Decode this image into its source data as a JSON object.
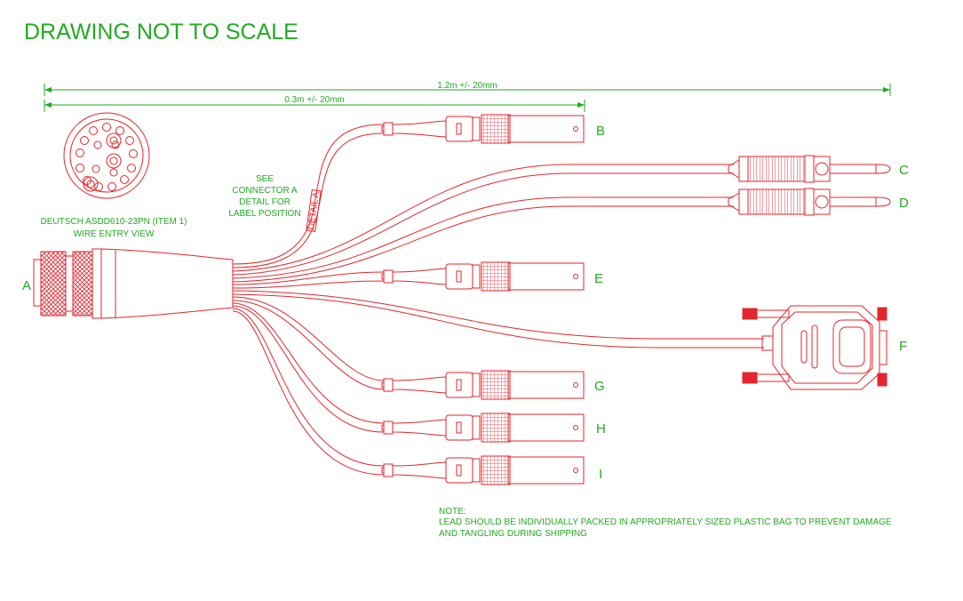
{
  "title": "DRAWING NOT TO SCALE",
  "dimensions": {
    "overall": "1.2m +/- 20mm",
    "short": "0.3m +/- 20mm"
  },
  "connector_label": {
    "line1": "DEUTSCH ASDD610-23PN (ITEM 1)",
    "line2": "WIRE ENTRY VIEW"
  },
  "see_note": [
    "SEE",
    "CONNECTOR A",
    "DETAIL FOR",
    "LABEL POSITION"
  ],
  "sleeve_label": "DETAIL A",
  "letters": {
    "A": "A",
    "B": "B",
    "C": "C",
    "D": "D",
    "E": "E",
    "F": "F",
    "G": "G",
    "H": "H",
    "I": "I"
  },
  "note": {
    "heading": "NOTE:",
    "line1": "LEAD SHOULD BE INDIVIDUALLY PACKED IN APPROPRIATELY SIZED PLASTIC BAG TO PREVENT DAMAGE",
    "line2": "AND TANGLING DURING SHIPPING"
  },
  "colors": {
    "text": "#22aa22",
    "lines": "#e3262e",
    "background": "#ffffff"
  }
}
